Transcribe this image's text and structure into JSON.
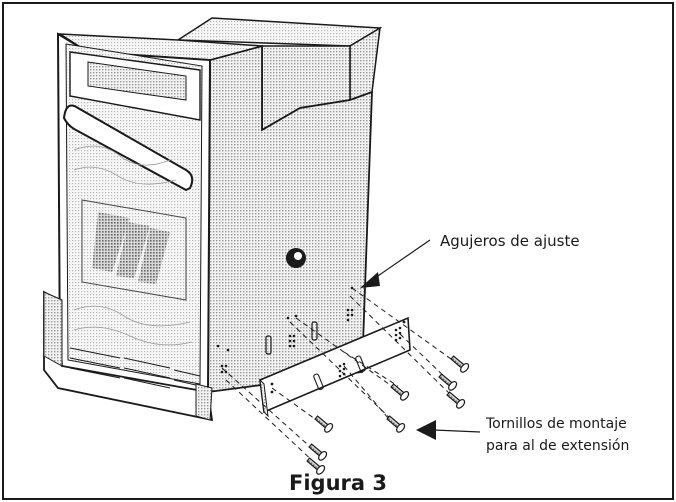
{
  "diagram": {
    "callouts": {
      "holes": "Agujeros de ajuste",
      "screws_line1": "Tornillos de montaje",
      "screws_line2": "para al de extensión"
    },
    "caption": "Figura 3"
  }
}
